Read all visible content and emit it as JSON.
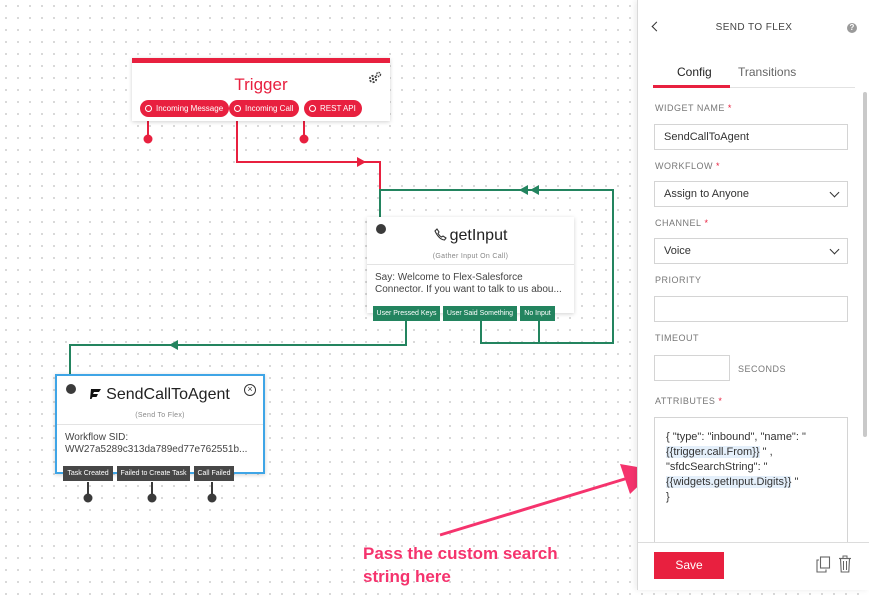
{
  "canvas": {
    "trigger": {
      "title": "Trigger",
      "ports": [
        "Incoming Message",
        "Incoming Call",
        "REST API"
      ]
    },
    "get_input": {
      "name": "getInput",
      "subtitle": "(Gather Input On Call)",
      "body_line1": "Say: Welcome to Flex-Salesforce",
      "body_line2": "Connector. If you want to talk to us abou...",
      "transitions": [
        "User Pressed Keys",
        "User Said Something",
        "No Input"
      ]
    },
    "send_call": {
      "name": "SendCallToAgent",
      "subtitle": "(Send To Flex)",
      "body_line1": "Workflow SID:",
      "body_line2": "WW27a5289c313da789ed77e762551b...",
      "transitions": [
        "Task Created",
        "Failed to Create Task",
        "Call Failed"
      ]
    }
  },
  "panel": {
    "title": "SEND TO FLEX",
    "tabs": {
      "config": "Config",
      "transitions": "Transitions"
    },
    "widget_name_label": "WIDGET NAME",
    "widget_name_value": "SendCallToAgent",
    "workflow_label": "WORKFLOW",
    "workflow_value": "Assign to Anyone",
    "channel_label": "CHANNEL",
    "channel_value": "Voice",
    "priority_label": "PRIORITY",
    "priority_value": "",
    "timeout_label": "TIMEOUT",
    "timeout_value": "",
    "timeout_unit": "SECONDS",
    "attributes_label": "ATTRIBUTES",
    "attributes": {
      "line1": "{ \"type\": \"inbound\", \"name\": \"",
      "line2_hl": "{{trigger.call.From}}",
      "line2_rest": "\" ,",
      "line3": "\"sfdcSearchString\": \"",
      "line4_hl": "{{widgets.getInput.Digits}}",
      "line4_rest": "\"",
      "line5": "}"
    },
    "required_mark": "*",
    "save_label": "Save"
  },
  "annotation": "Pass the custom search\nstring here",
  "colors": {
    "brand_red": "#e8203f",
    "transition_green": "#23845f",
    "selected_blue": "#3fa5e6",
    "annotation_pink": "#f5336d"
  }
}
